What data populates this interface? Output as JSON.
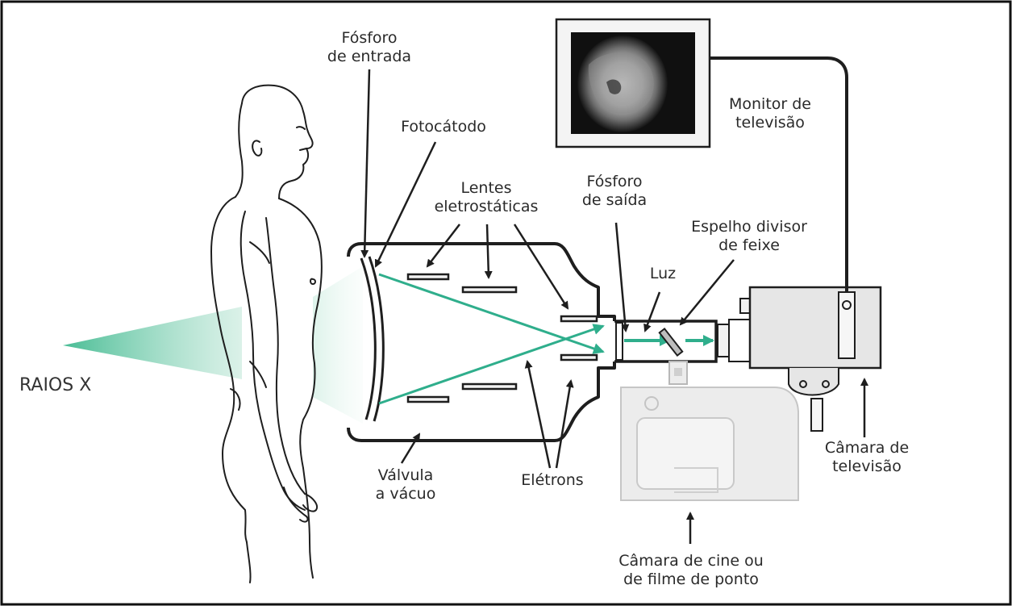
{
  "labels": {
    "fosforo_entrada": [
      "Fósforo",
      "de entrada"
    ],
    "fotocatodo": "Fotocátodo",
    "lentes": [
      "Lentes",
      "eletrostáticas"
    ],
    "fosforo_saida": [
      "Fósforo",
      "de saída"
    ],
    "espelho": [
      "Espelho divisor",
      "de feixe"
    ],
    "luz": "Luz",
    "monitor": [
      "Monitor de",
      "televisão"
    ],
    "raios_x": "RAIOS X",
    "valvula": [
      "Válvula",
      "a vácuo"
    ],
    "eletrons": "Elétrons",
    "camara_tv": [
      "Câmara de",
      "televisão"
    ],
    "camara_cine": [
      "Câmara de cine ou",
      "de filme de ponto"
    ]
  },
  "colors": {
    "beam": "#4fbf9b",
    "electron_path": "#2fae8c",
    "line": "#1e1e1e",
    "device_fill": "#e6e6e6",
    "monitor_screen": "#101010"
  }
}
